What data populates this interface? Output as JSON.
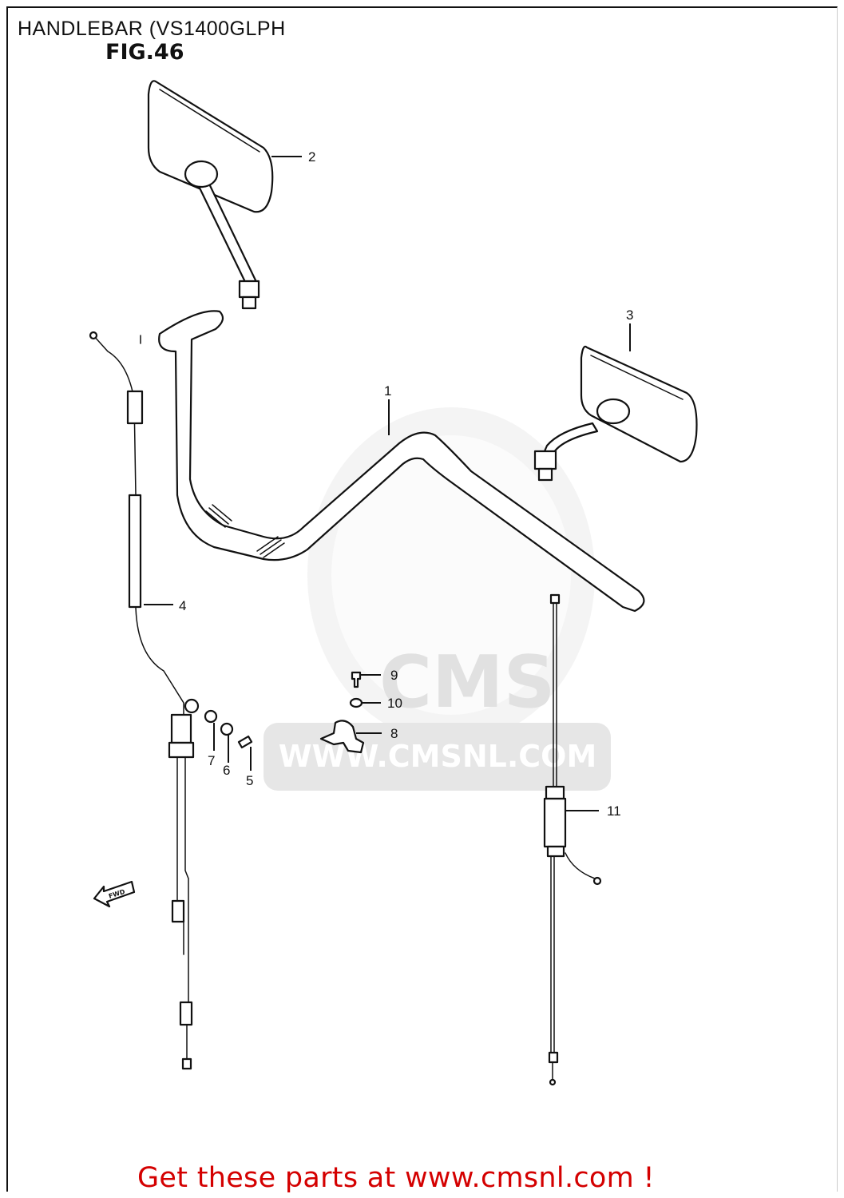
{
  "header": {
    "title": "HANDLEBAR (VS1400GLPH",
    "figure": "FIG.46"
  },
  "watermark": {
    "brand": "CMS",
    "url": "WWW.CMSNL.COM"
  },
  "callouts": [
    {
      "id": "c1",
      "label": "1"
    },
    {
      "id": "c2",
      "label": "2"
    },
    {
      "id": "c3",
      "label": "3"
    },
    {
      "id": "c4",
      "label": "4"
    },
    {
      "id": "c5",
      "label": "5"
    },
    {
      "id": "c6",
      "label": "6"
    },
    {
      "id": "c7",
      "label": "7"
    },
    {
      "id": "c8",
      "label": "8"
    },
    {
      "id": "c9",
      "label": "9"
    },
    {
      "id": "c10",
      "label": "10"
    },
    {
      "id": "c11",
      "label": "11"
    }
  ],
  "fwd_label": "FWD",
  "footer": {
    "cta": "Get these parts at www.cmsnl.com !",
    "cta_color": "#d40000"
  }
}
